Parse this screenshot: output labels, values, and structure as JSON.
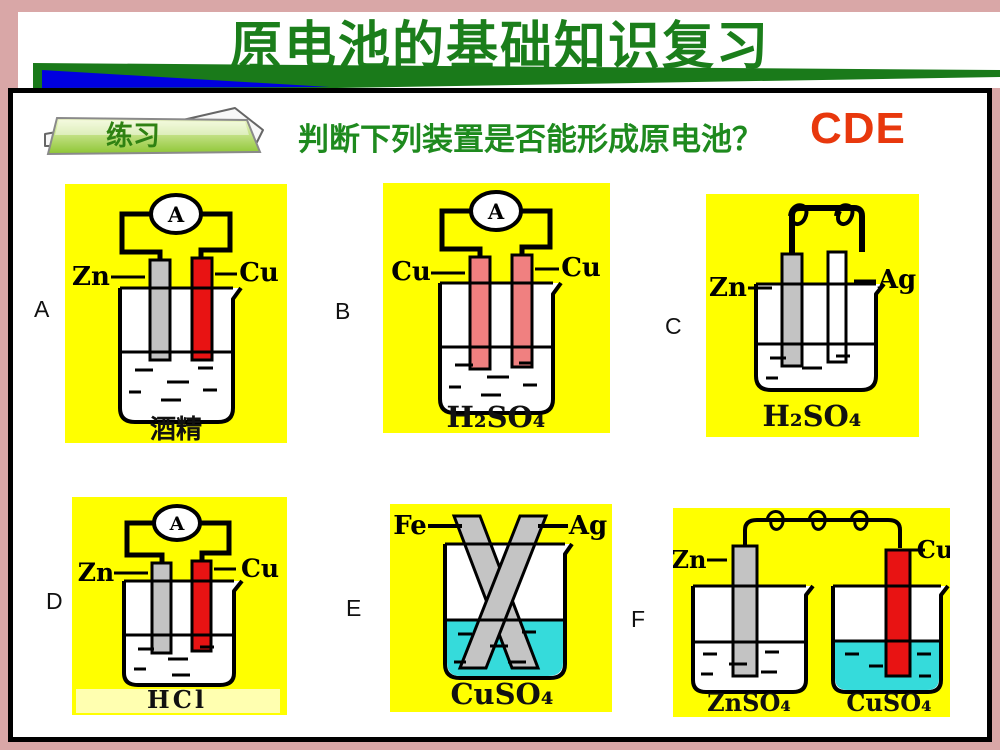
{
  "slide": {
    "title": "原电池的基础知识复习",
    "banner_label": "练习",
    "question": "判断下列装置是否能形成原电池？",
    "answer": "CDE"
  },
  "colors": {
    "frame_pink": "#d9a7a7",
    "title_green": "#1b7e1b",
    "question_green": "#1e8a1e",
    "answer_red": "#e8380d",
    "panel_yellow": "#ffff00",
    "electrode_gray": "#c3c3c3",
    "electrode_red": "#e81313",
    "electrode_pink": "#f08080",
    "electrode_white": "#ffffff",
    "solution_cyan": "#35dbdb",
    "banner_green": "#90c83a",
    "wedge_blue": "#0000e0",
    "wedge_green": "#1a7a1a"
  },
  "cells": [
    {
      "label": "A",
      "meter": "A",
      "left_electrode": "Zn",
      "right_electrode": "Cu",
      "solution": "酒精"
    },
    {
      "label": "B",
      "meter": "A",
      "left_electrode": "Cu",
      "right_electrode": "Cu",
      "solution": "H₂SO₄"
    },
    {
      "label": "C",
      "left_electrode": "Zn",
      "right_electrode": "Ag",
      "solution": "H₂SO₄"
    },
    {
      "label": "D",
      "meter": "A",
      "left_electrode": "Zn",
      "right_electrode": "Cu",
      "solution": "HCl"
    },
    {
      "label": "E",
      "left_electrode": "Fe",
      "right_electrode": "Ag",
      "solution": "CuSO₄"
    },
    {
      "label": "F",
      "left_electrode": "Zn",
      "right_electrode": "Cu",
      "left_solution": "ZnSO₄",
      "right_solution": "CuSO₄"
    }
  ]
}
